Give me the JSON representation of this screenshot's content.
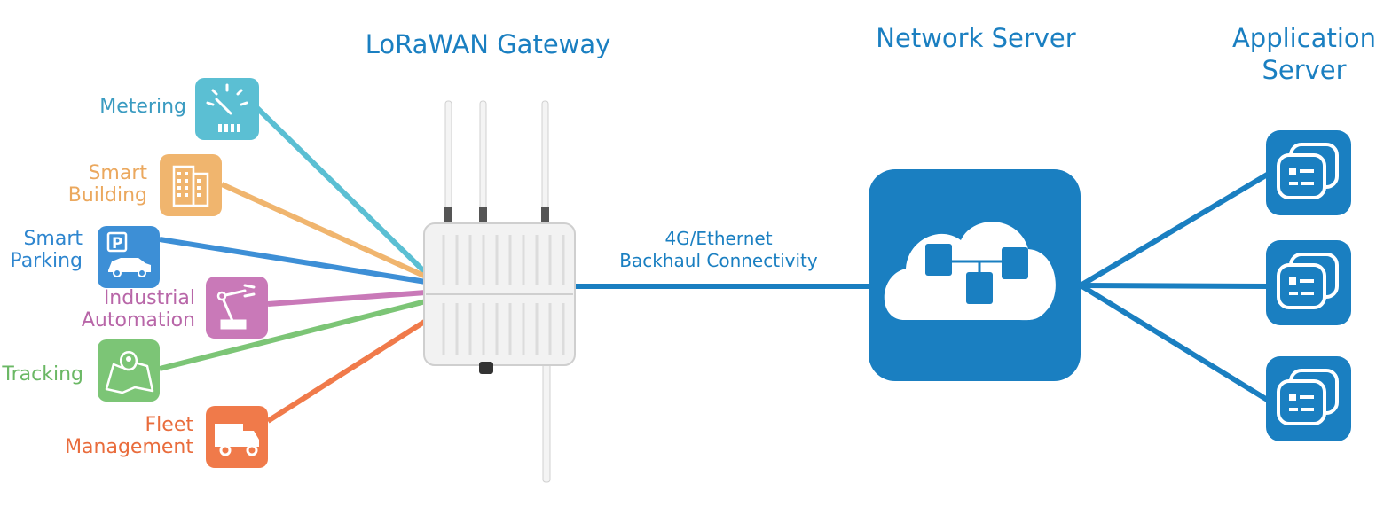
{
  "titles": {
    "gateway": "LoRaWAN Gateway",
    "network_server": "Network Server",
    "application_server": [
      "Application",
      "Server"
    ]
  },
  "backhaul": [
    "4G/Ethernet",
    "Backhaul Connectivity"
  ],
  "applications": [
    {
      "id": "metering",
      "lines": [
        "Metering"
      ],
      "color": "#5bbfd3",
      "icon": "meter-dial-icon"
    },
    {
      "id": "smart-building",
      "lines": [
        "Smart",
        "Building"
      ],
      "color": "#f0b56e",
      "icon": "building-icon"
    },
    {
      "id": "smart-parking",
      "lines": [
        "Smart",
        "Parking"
      ],
      "color": "#3d8fd6",
      "icon": "parking-car-icon"
    },
    {
      "id": "industrial-automation",
      "lines": [
        "Industrial",
        "Automation"
      ],
      "color": "#c979b8",
      "icon": "robot-arm-icon"
    },
    {
      "id": "tracking",
      "lines": [
        "Tracking"
      ],
      "color": "#7cc576",
      "icon": "map-pin-icon"
    },
    {
      "id": "fleet-management",
      "lines": [
        "Fleet",
        "Management"
      ],
      "color": "#f07a4a",
      "icon": "truck-icon"
    }
  ],
  "colors": {
    "primary_blue": "#1a7fc1",
    "gateway_body": "#f2f2f2"
  }
}
